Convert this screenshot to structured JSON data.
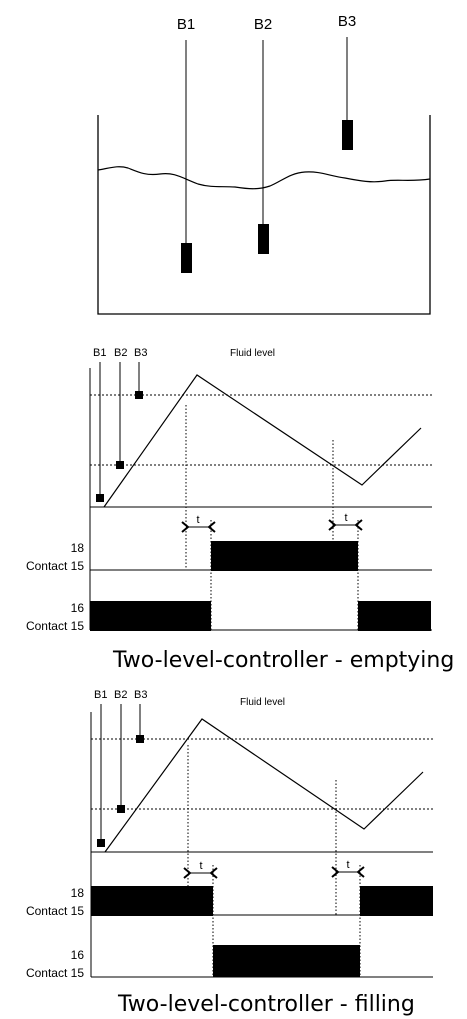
{
  "tank": {
    "probes": [
      {
        "label": "B1"
      },
      {
        "label": "B2"
      },
      {
        "label": "B3"
      }
    ]
  },
  "emptying": {
    "fluid_label": "Fluid level",
    "probe_labels": [
      "B1",
      "B2",
      "B3"
    ],
    "delay_label": "t",
    "contact18": {
      "number": "18",
      "name": "Contact 15"
    },
    "contact16": {
      "number": "16",
      "name": "Contact 15"
    },
    "caption": "Two-level-controller - emptying"
  },
  "filling": {
    "fluid_label": "Fluid level",
    "probe_labels": [
      "B1",
      "B2",
      "B3"
    ],
    "delay_label": "t",
    "contact18": {
      "number": "18",
      "name": "Contact 15"
    },
    "contact16": {
      "number": "16",
      "name": "Contact 15"
    },
    "caption": "Two-level-controller - filling"
  },
  "colors": {
    "ink": "#000000",
    "background": "#ffffff"
  }
}
